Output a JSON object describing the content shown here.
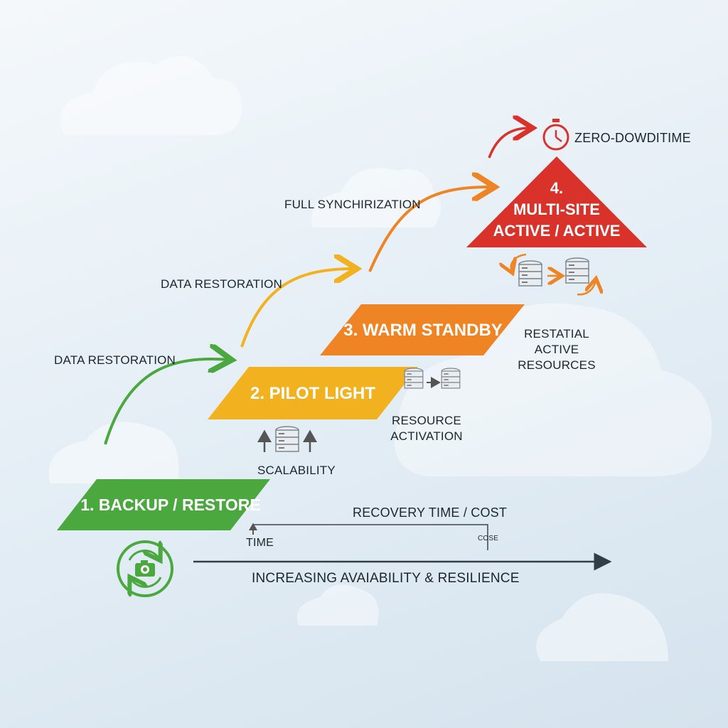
{
  "stages": [
    {
      "label": "1. BACKUP / RESTORE",
      "color": "#4aa83f"
    },
    {
      "label": "2. PILOT LIGHT",
      "color": "#f2b21f"
    },
    {
      "label": "3. WARM STANDBY",
      "color": "#ef8424"
    },
    {
      "label_line1": "4.",
      "label_line2": "MULTI-SITE",
      "label_line3": "ACTIVE / ACTIVE",
      "color": "#d8322b"
    }
  ],
  "transitions": {
    "t1": "DATA RESTORATION",
    "t2": "DATA RESTORATION",
    "t3": "FULL SYNCHIRIZATION",
    "t4": "ZERO-DOWDITIME"
  },
  "notes": {
    "scalability": "SCALABILITY",
    "resource_activation_1": "RESOURCE",
    "resource_activation_2": "ACTIVATION",
    "restatial_1": "RESTATIAL",
    "restatial_2": "ACTIVE",
    "restatial_3": "RESOURCES"
  },
  "axis": {
    "recovery": "RECOVERY TIME / COST",
    "time": "TIME",
    "cost": "COSE",
    "main": "INCREASING AVAIABILITY & RESILIENCE"
  },
  "icons": [
    "camera-cycle-icon",
    "database-icon",
    "stopwatch-icon",
    "sync-arrows-icon"
  ],
  "colors": {
    "green": "#4aa83f",
    "yellow": "#f2b21f",
    "orange": "#ef8424",
    "red": "#d8322b",
    "arrow": "#333d46"
  }
}
